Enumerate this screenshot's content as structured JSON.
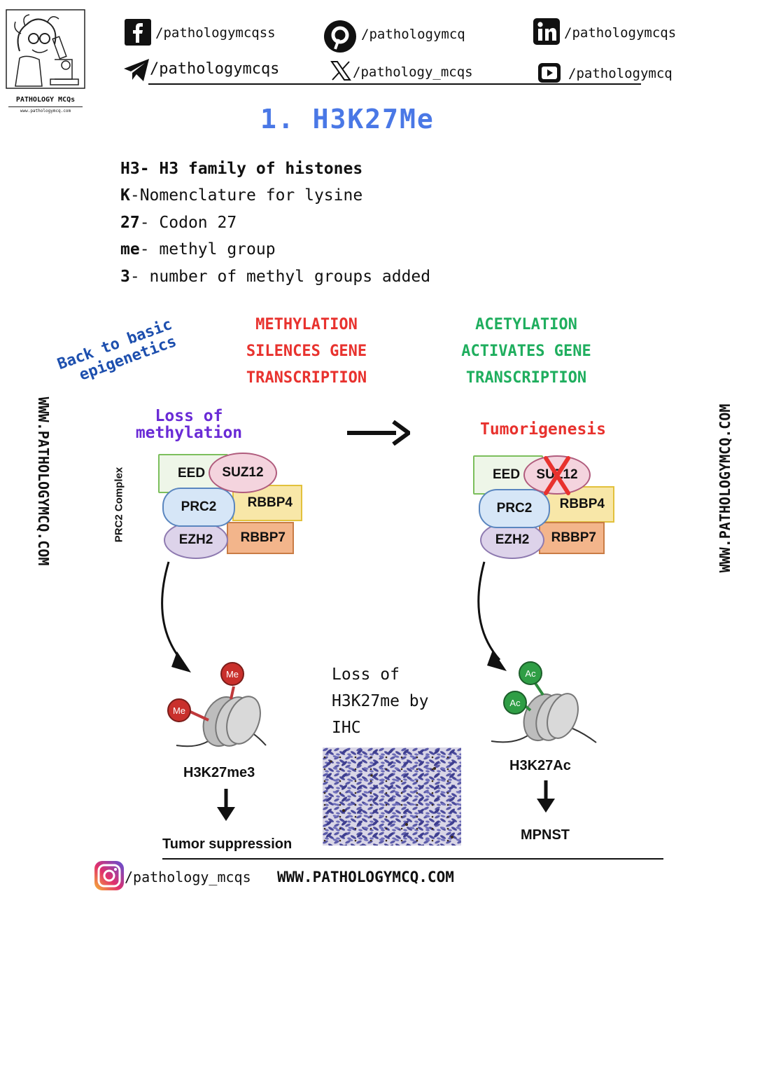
{
  "logo": {
    "name": "PATHOLOGY MCQs",
    "url": "www.pathologymcq.com"
  },
  "social": {
    "facebook": "/pathologymcqss",
    "pinterest": "/pathologymcq",
    "linkedin": "/pathologymcqs",
    "telegram": "/pathologymcqs",
    "x": "/pathology_mcqs",
    "youtube": "/pathologymcq",
    "instagram": "/pathology_mcqs"
  },
  "title": "1. H3K27Me",
  "definitions": [
    {
      "key": "H3-",
      "text": " H3 family of histones",
      "bold_all": true
    },
    {
      "key": "K",
      "text": "-Nomenclature for lysine"
    },
    {
      "key": "27",
      "text": "- Codon 27"
    },
    {
      "key": "me",
      "text": "- methyl group"
    },
    {
      "key": "3",
      "text": "- number of methyl groups added"
    }
  ],
  "note": {
    "line1": "Back to basic",
    "line2": "epigenetics"
  },
  "methylation": {
    "line1": "METHYLATION",
    "line2": "SILENCES GENE",
    "line3": "TRANSCRIPTION"
  },
  "acetylation": {
    "line1": "ACETYLATION",
    "line2": "ACTIVATES GENE",
    "line3": "TRANSCRIPTION"
  },
  "left_panel": {
    "heading1": "Loss of",
    "heading2": "methylation",
    "complex_label": "PRC2 Complex",
    "blocks": {
      "eed": "EED",
      "suz12": "SUZ12",
      "prc2": "PRC2",
      "rbbp4": "RBBP4",
      "ezh2": "EZH2",
      "rbbp7": "RBBP7"
    },
    "mark": "Me",
    "result": "H3K27me3",
    "outcome": "Tumor suppression"
  },
  "right_panel": {
    "heading": "Tumorigenesis",
    "blocks": {
      "eed": "EED",
      "suz12": "SUZ12",
      "prc2": "PRC2",
      "rbbp4": "RBBP4",
      "ezh2": "EZH2",
      "rbbp7": "RBBP7"
    },
    "mark": "Ac",
    "result": "H3K27Ac",
    "outcome": "MPNST"
  },
  "ihc_caption": {
    "line1": "Loss of",
    "line2": "H3K27me by",
    "line3": "IHC"
  },
  "watermark": "WWW.PATHOLOGYMCQ.COM",
  "footer_site": "WWW.PATHOLOGYMCQ.COM",
  "colors": {
    "title": "#4a78e6",
    "red": "#e8322e",
    "green": "#1fae5e",
    "purple": "#6a2bd6",
    "blue": "#1d4fae"
  }
}
